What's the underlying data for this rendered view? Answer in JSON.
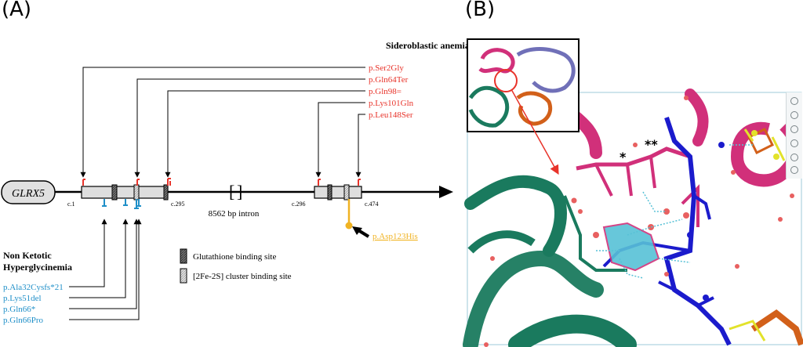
{
  "panels": {
    "a": "(A)",
    "b": "(B)"
  },
  "gene": {
    "name": "GLRX5"
  },
  "coords": {
    "c1": "c.1",
    "c295": "c.295",
    "c296": "c.296",
    "c474": "c.474"
  },
  "intron": {
    "bracket_open": "[",
    "bracket_close": "]",
    "label": "8562 bp intron"
  },
  "sideroblastic": {
    "title": "Sideroblastic anemia",
    "variants": [
      "p.Ser2Gly",
      "p.Gln64Ter",
      "p.Gln98=",
      "p.Lys101Gln",
      "p.Leu148Ser"
    ]
  },
  "nkh": {
    "title_line1": "Non Ketotic",
    "title_line2": "Hyperglycinemia",
    "variants": [
      "p.Ala32Cysfs*21",
      "p.Lys51del",
      "p.Gln66*",
      "p.Gln66Pro"
    ]
  },
  "highlight_variant": "p.Asp123His",
  "legend": {
    "glutathione": "Glutathione binding site",
    "cluster": "[2Fe-2S] cluster binding site"
  },
  "structure_marks": {
    "single": "*",
    "double": "**"
  },
  "colors": {
    "sideroblastic": "#e8332a",
    "nkh": "#1f8fc8",
    "highlight": "#f0b323",
    "magenta_chain": "#d1307a",
    "teal_chain": "#1a7a5e",
    "blue_chain": "#1b1bcc",
    "orange_chain": "#d2601a",
    "lavender_chain": "#7070b8",
    "cyan_ligand": "#57c1d6"
  },
  "icons": [
    "arrow-right-icon",
    "thick-arrow-icon",
    "toolbar-icons"
  ]
}
